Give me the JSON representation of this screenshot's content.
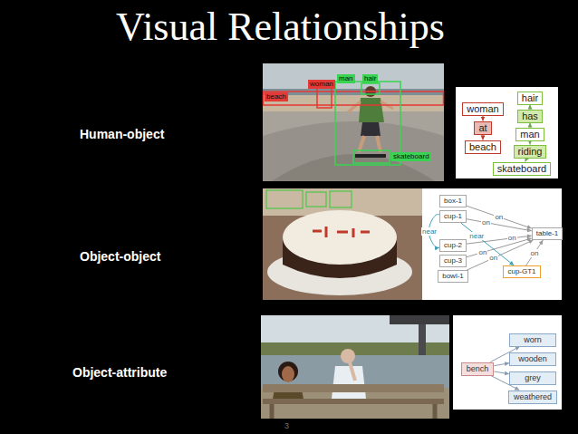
{
  "diagram": {
    "title": "Visual Relationships",
    "nodes": [
      {
        "text": [
          "woman"
        ]
      },
      {
        "text": [
          "at"
        ]
      },
      {
        "text": [
          "beach"
        ]
      },
      {
        "text": [
          "hair"
        ]
      },
      {
        "text": [
          "has"
        ]
      },
      {
        "text": [
          "man"
        ]
      },
      {
        "text": [
          "riding"
        ]
      },
      {
        "text": [
          "skateboard"
        ]
      },
      {
        "text": [
          "box-1"
        ]
      },
      {
        "text": [
          "cup-1"
        ]
      },
      {
        "text": [
          "cup-2"
        ]
      },
      {
        "text": [
          "cup-3"
        ]
      },
      {
        "text": [
          "bowl-1"
        ]
      },
      {
        "text": [
          "table-1"
        ]
      },
      {
        "text": [
          "cup-GT1"
        ]
      },
      {
        "text": [
          "bench"
        ]
      },
      {
        "text": [
          "worn"
        ]
      },
      {
        "text": [
          "wooden"
        ]
      },
      {
        "text": [
          "grey"
        ]
      },
      {
        "text": [
          "weathered"
        ]
      }
    ],
    "edges": [
      {
        "from": 0,
        "to": 1,
        "arrow": "to"
      },
      {
        "from": 1,
        "to": 2,
        "arrow": "to"
      },
      {
        "from": 5,
        "to": 4,
        "arrow": "to"
      },
      {
        "from": 4,
        "to": 3,
        "arrow": "to"
      },
      {
        "from": 5,
        "to": 6,
        "arrow": "to"
      },
      {
        "from": 6,
        "to": 7,
        "arrow": "to"
      },
      {
        "from": 8,
        "to": 13,
        "label": "on",
        "arrow": "to"
      },
      {
        "from": 9,
        "to": 13,
        "label": "on",
        "arrow": "to"
      },
      {
        "from": 10,
        "to": 13,
        "label": "on",
        "arrow": "to"
      },
      {
        "from": 11,
        "to": 13,
        "label": "on",
        "arrow": "to"
      },
      {
        "from": 12,
        "to": 13,
        "label": "on",
        "arrow": "to"
      },
      {
        "from": 14,
        "to": 13,
        "label": "on",
        "arrow": "to"
      },
      {
        "from": 9,
        "to": 14,
        "label": "near",
        "arrow": "to"
      },
      {
        "from": 9,
        "to": 10,
        "label": "near",
        "arrow": "to"
      },
      {
        "from": 15,
        "to": 16,
        "arrow": "to"
      },
      {
        "from": 15,
        "to": 17,
        "arrow": "to"
      },
      {
        "from": 15,
        "to": 18,
        "arrow": "to"
      },
      {
        "from": 15,
        "to": 19,
        "arrow": "to"
      }
    ],
    "labels": [
      "Human-object",
      "Object-object",
      "Object-attribute",
      "beach",
      "woman",
      "man",
      "hair",
      "skateboard",
      "3"
    ]
  }
}
